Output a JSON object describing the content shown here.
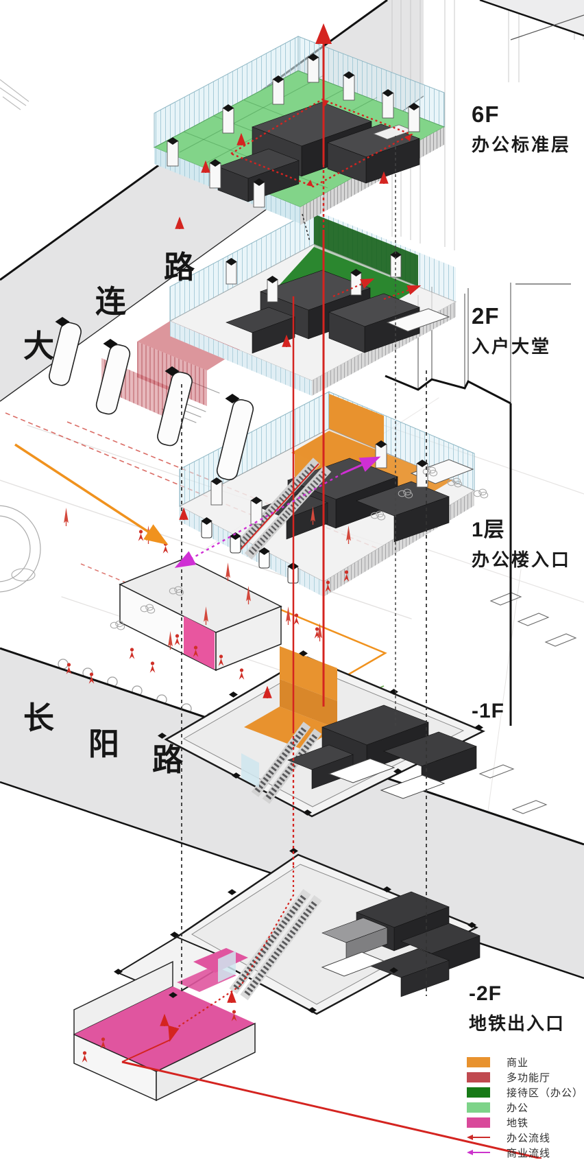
{
  "diagram": {
    "type": "architectural-exploded-axonometric",
    "roads": {
      "dalian": {
        "chars": [
          "大",
          "连",
          "路"
        ]
      },
      "changyang": {
        "chars": [
          "长",
          "阳",
          "路"
        ]
      }
    },
    "floors": [
      {
        "label": "6F",
        "sublabel": "办公标准层"
      },
      {
        "label": "2F",
        "sublabel": "入户大堂"
      },
      {
        "label": "1层",
        "sublabel": "办公楼入口"
      },
      {
        "label": "-1F",
        "sublabel": ""
      },
      {
        "label": "-2F",
        "sublabel": "地铁出入口"
      }
    ],
    "legend": {
      "items": [
        {
          "label": "商业",
          "color": "#E8922E",
          "kind": "swatch"
        },
        {
          "label": "多功能厅",
          "color": "#C04A50",
          "kind": "swatch"
        },
        {
          "label": "接待区（办公）",
          "color": "#177A17",
          "kind": "swatch"
        },
        {
          "label": "办公",
          "color": "#7DD389",
          "kind": "swatch"
        },
        {
          "label": "地铁",
          "color": "#D9499A",
          "kind": "swatch"
        },
        {
          "label": "办公流线",
          "color": "#CC2A28",
          "kind": "arrow"
        },
        {
          "label": "商业流线",
          "color": "#CC33CC",
          "kind": "arrow"
        }
      ]
    },
    "colors": {
      "commercial": "#E8922E",
      "multifunction_hall": "#C04A50",
      "reception_office": "#177A17",
      "office": "#7DD389",
      "metro": "#D9499A",
      "office_flow_line": "#CC2A28",
      "commercial_flow_line": "#CC33CC",
      "road_band": "#E4E4E5"
    }
  }
}
